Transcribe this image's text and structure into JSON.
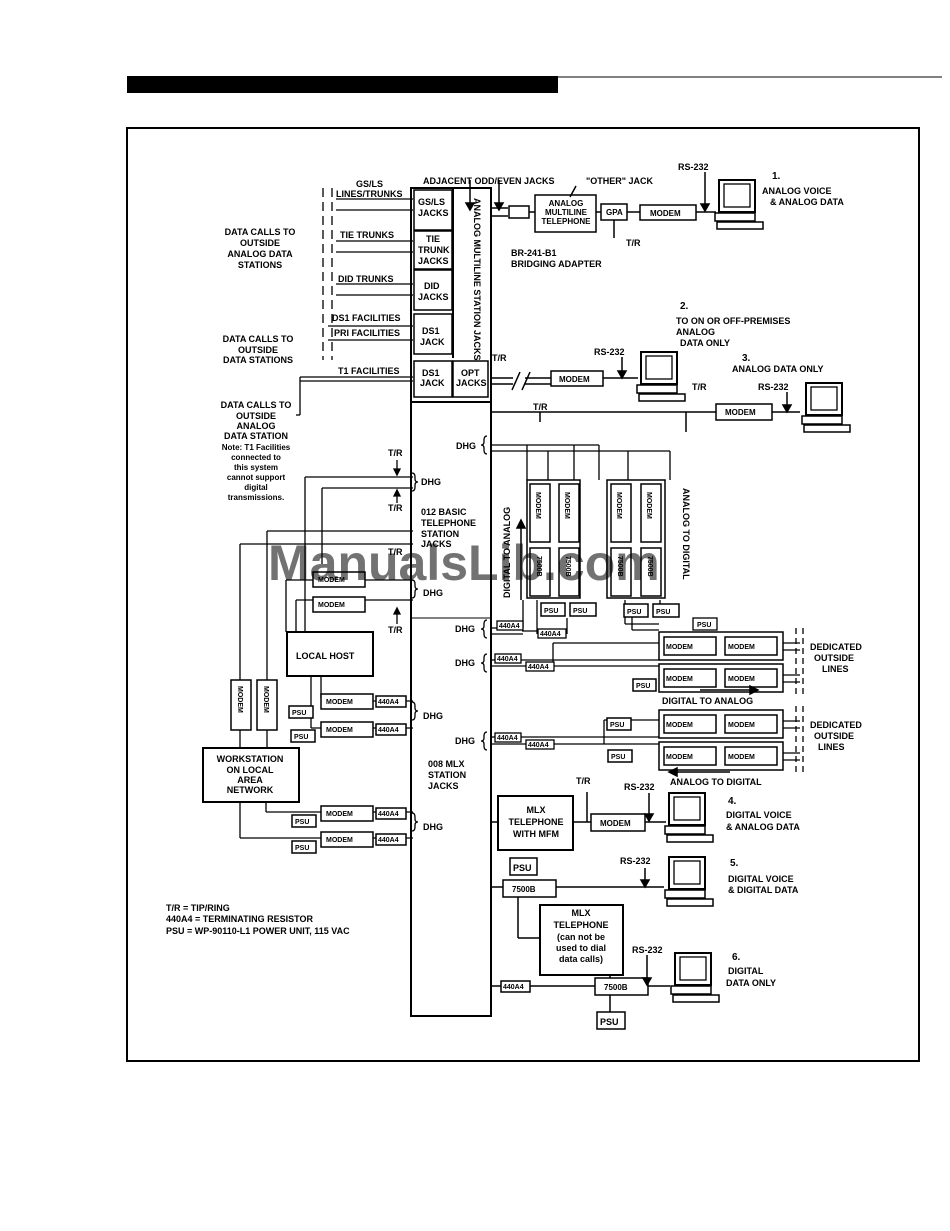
{
  "labels": {
    "adjacent_jacks": "ADJACENT ODD/EVEN JACKS",
    "other_jack": "\"OTHER\" JACK",
    "rs232": "RS-232",
    "gsls_1": "GS/LS",
    "gsls_2": "LINES/TRUNKS",
    "tie_trunks": "TIE TRUNKS",
    "did_trunks": "DID TRUNKS",
    "ds1_facilities": "DS1 FACILITIES",
    "pri_facilities": "PRI FACILITIES",
    "t1_facilities": "T1 FACILITIES",
    "gsls_jacks_1": "GS/LS",
    "gsls_jacks_2": "JACKS",
    "tie_jacks_1": "TIE",
    "tie_jacks_2": "TRUNK",
    "tie_jacks_3": "JACKS",
    "did_jacks_1": "DID",
    "did_jacks_2": "JACKS",
    "ds1_jack_1": "DS1",
    "ds1_jack_2": "JACK",
    "opt_jacks_1": "OPT",
    "opt_jacks_2": "JACKS",
    "analog_multiline_station_jacks": "ANALOG MULTILINE STATION JACKS",
    "analog_multiline_tel_1": "ANALOG",
    "analog_multiline_tel_2": "MULTILINE",
    "analog_multiline_tel_3": "TELEPHONE",
    "gpa": "GPA",
    "modem": "MODEM",
    "tr": "T/R",
    "bridging_1": "BR-241-B1",
    "bridging_2": "BRIDGING ADAPTER",
    "n1": "1.",
    "n1_text_1": "ANALOG VOICE",
    "n1_text_2": "& ANALOG DATA",
    "n2": "2.",
    "n2_text_1": "TO ON OR OFF-PREMISES",
    "n2_text_2": "ANALOG",
    "n2_text_3": "DATA ONLY",
    "n3": "3.",
    "n3_text": "ANALOG DATA ONLY",
    "data_calls_a_1": "DATA CALLS TO",
    "data_calls_a_2": "OUTSIDE",
    "data_calls_a_3": "ANALOG DATA",
    "data_calls_a_4": "STATIONS",
    "data_calls_b_1": "DATA CALLS TO",
    "data_calls_b_2": "OUTSIDE",
    "data_calls_b_3": "DATA STATIONS",
    "data_calls_c_1": "DATA CALLS TO",
    "data_calls_c_2": "OUTSIDE",
    "data_calls_c_3": "ANALOG",
    "data_calls_c_4": "DATA STATION",
    "note_1": "Note: T1 Facilities",
    "note_2": "connected to",
    "note_3": "this system",
    "note_4": "cannot support",
    "note_5": "digital",
    "note_6": "transmissions.",
    "dhg": "DHG",
    "basic_jacks_1": "012 BASIC",
    "basic_jacks_2": "TELEPHONE",
    "basic_jacks_3": "STATION",
    "basic_jacks_4": "JACKS",
    "digital_to_analog_vert": "DIGITAL TO ANALOG",
    "analog_to_digital_vert": "ANALOG TO DIGITAL",
    "modem_vert": "MODEM",
    "b7500_vert": "7500B",
    "psu": "PSU",
    "r440a4": "440A4",
    "local_host": "LOCAL HOST",
    "dedicated_1": "DEDICATED",
    "dedicated_2": "OUTSIDE",
    "dedicated_3": "LINES",
    "digital_to_analog": "DIGITAL TO ANALOG",
    "analog_to_digital": "ANALOG TO DIGITAL",
    "workstation_1": "WORKSTATION",
    "workstation_2": "ON LOCAL",
    "workstation_3": "AREA",
    "workstation_4": "NETWORK",
    "mlx_jacks_1": "008 MLX",
    "mlx_jacks_2": "STATION",
    "mlx_jacks_3": "JACKS",
    "mlx_tel_1": "MLX",
    "mlx_tel_2": "TELEPHONE",
    "mlx_tel_3": "WITH MFM",
    "n4": "4.",
    "n4_text_1": "DIGITAL VOICE",
    "n4_text_2": "& ANALOG DATA",
    "n5": "5.",
    "n5_text_1": "DIGITAL VOICE",
    "n5_text_2": "& DIGITAL DATA",
    "b7500": "7500B",
    "mlx2_1": "MLX",
    "mlx2_2": "TELEPHONE",
    "mlx2_3": "(can not be",
    "mlx2_4": "used to dial",
    "mlx2_5": "data calls)",
    "n6": "6.",
    "n6_text_1": "DIGITAL",
    "n6_text_2": "DATA ONLY",
    "legend_1": "T/R = TIP/RING",
    "legend_2": "440A4 = TERMINATING RESISTOR",
    "legend_3": "PSU = WP-90110-L1 POWER UNIT, 115 VAC",
    "modem_scribble": "MODEM",
    "watermark": "ManualsLib.com"
  }
}
